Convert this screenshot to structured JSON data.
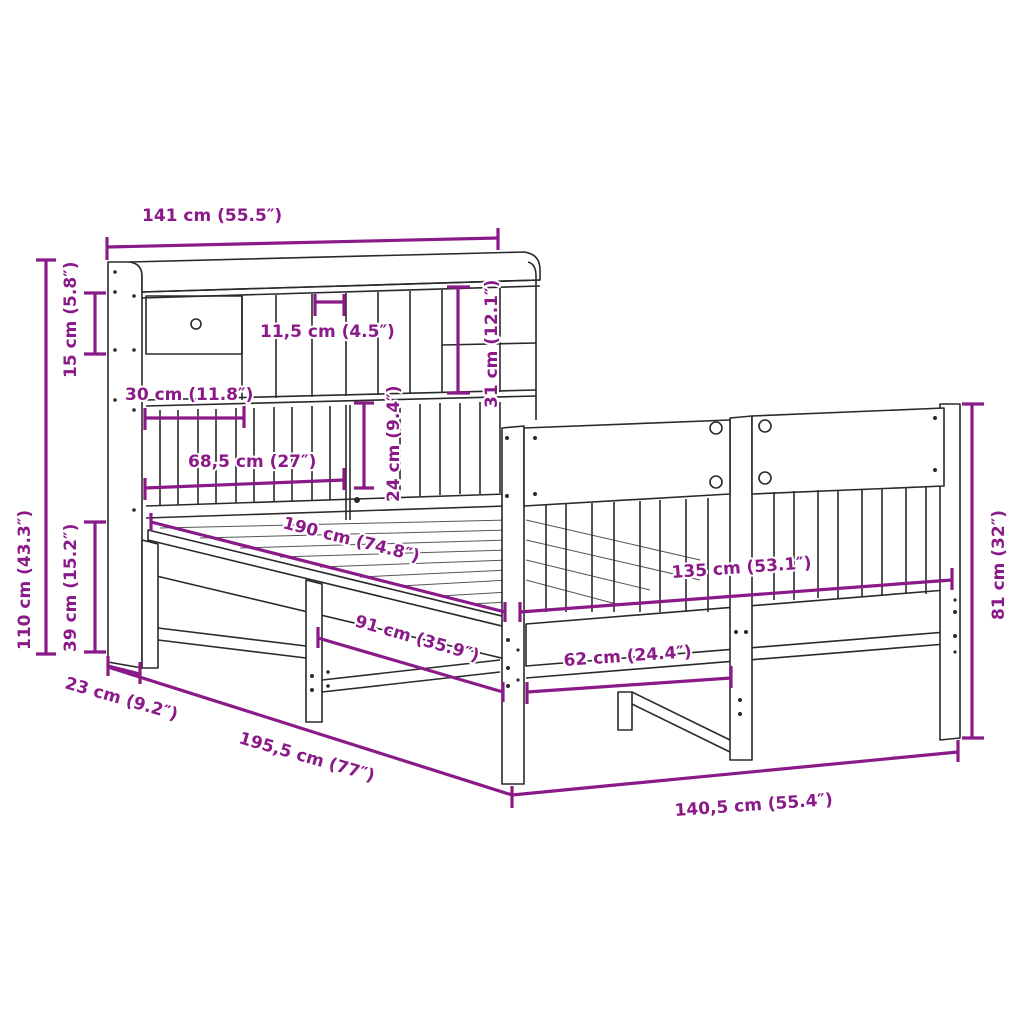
{
  "title": "Bed frame with bookcase headboard – dimensions",
  "colors": {
    "dimension": "#8b1a89",
    "line": "#2a2a2a",
    "background": "#ffffff"
  },
  "dimensions": {
    "headboard_width": "141 cm (55.5″)",
    "shelf_compartment_width": "11,5 cm (4.5″)",
    "shelf_height": "31 cm (12.1″)",
    "top_shelf_height": "15 cm (5.8″)",
    "total_height": "110 cm (43.3″)",
    "under_bed_clearance": "39 cm (15.2″)",
    "drawer_width": "30 cm (11.8″)",
    "inner_panel_width": "68,5 cm (27″)",
    "inner_panel_height": "24 cm (9.4″)",
    "mattress_length": "190 cm (74.8″)",
    "mattress_width": "135 cm (53.1″)",
    "footboard_height": "81 cm (32″)",
    "side_leg_spacing": "91 cm (35.9″)",
    "foot_leg_spacing": "62 cm (24.4″)",
    "headboard_depth": "23 cm (9.2″)",
    "total_length": "195,5 cm (77″)",
    "total_width": "140,5 cm (55.4″)"
  }
}
